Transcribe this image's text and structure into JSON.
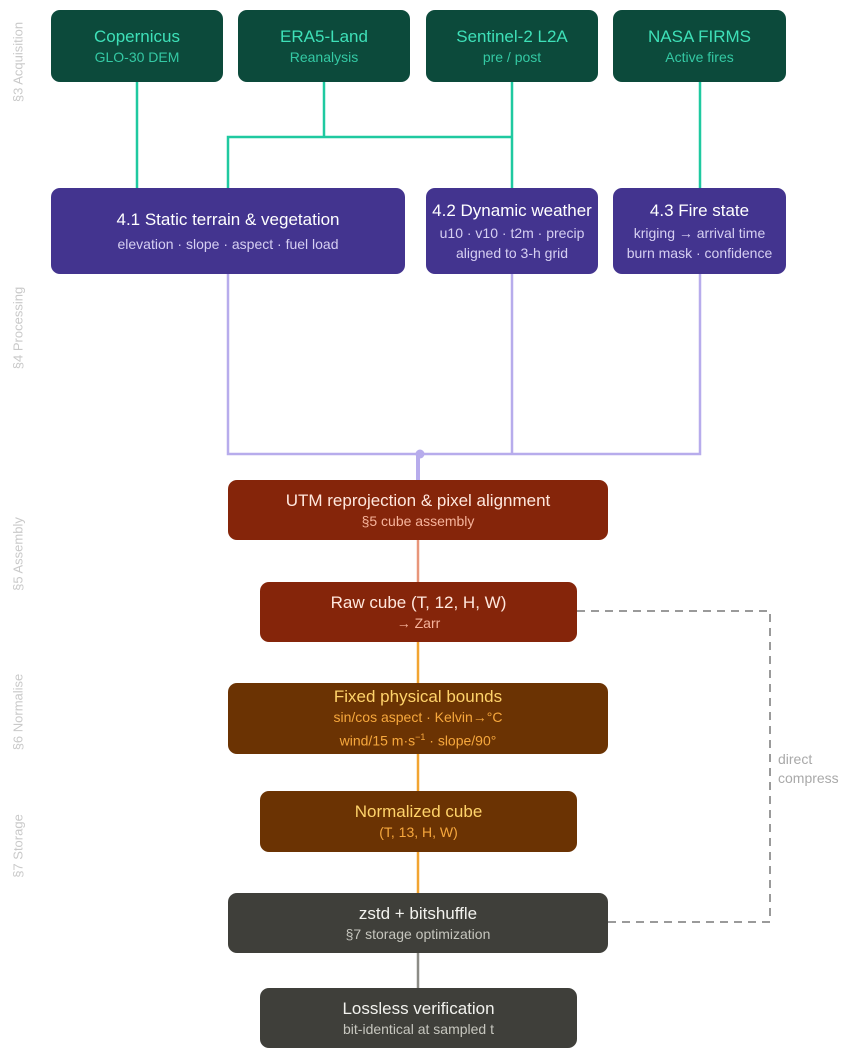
{
  "stages": {
    "acquisition": "§3 Acquisition",
    "processing": "§4 Processing",
    "assembly": "§5 Assembly",
    "normalise": "§6 Normalise",
    "storage": "§7 Storage"
  },
  "sources": [
    {
      "title": "Copernicus",
      "sub": "GLO-30 DEM"
    },
    {
      "title": "ERA5-Land",
      "sub": "Reanalysis"
    },
    {
      "title": "Sentinel-2 L2A",
      "sub": "pre / post"
    },
    {
      "title": "NASA FIRMS",
      "sub": "Active fires"
    }
  ],
  "processing": [
    {
      "title": "4.1 Static terrain & vegetation",
      "lines": [
        "elevation · slope · aspect · fuel load"
      ]
    },
    {
      "title": "4.2 Dynamic weather",
      "lines": [
        "u10 · v10 · t2m · precip",
        "aligned to 3-h grid"
      ]
    },
    {
      "title": "4.3 Fire state",
      "lines": [
        "kriging → arrival time",
        "burn mask · confidence"
      ]
    }
  ],
  "assembly": {
    "title": "UTM reprojection & pixel alignment",
    "sub": "§5 cube assembly"
  },
  "raw_cube": {
    "title": "Raw cube (T, 12, H, W)",
    "sub": "→ Zarr"
  },
  "bounds": {
    "title": "Fixed physical bounds",
    "line1": "sin/cos aspect · Kelvin→°C",
    "line2_a": "wind/15 m·s",
    "line2_sup": "−1",
    "line2_b": " · slope/90°"
  },
  "normalized": {
    "title": "Normalized cube",
    "sub": "(T, 13, H, W)"
  },
  "compress": {
    "title": "zstd + bitshuffle",
    "sub": "§7 storage optimization"
  },
  "verify": {
    "title": "Lossless verification",
    "sub": "bit-identical at sampled t"
  },
  "bypass": {
    "line1": "direct",
    "line2": "compress"
  },
  "colors": {
    "acq_line": "#1fc9a0",
    "proc_line": "#b7acec",
    "asm_line": "#e8967a",
    "norm_line": "#f2a531",
    "stor_line": "#8c8c86",
    "bypass_line": "#9a9a9a"
  }
}
